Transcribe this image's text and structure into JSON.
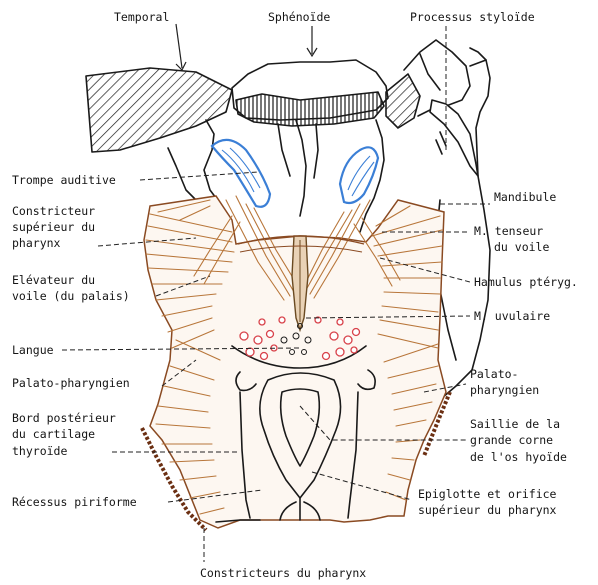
{
  "colors": {
    "muscle": "#b8763a",
    "muscle_dark": "#8a4a22",
    "tube": "#3b7fd6",
    "papillae": "#d8424a",
    "ink": "#1a1a1a"
  },
  "labels": {
    "temporal": "Temporal",
    "sphenoide": "Sphénoïde",
    "processus_styloide": "Processus styloïde",
    "trompe_auditive": "Trompe auditive",
    "mandibule": "Mandibule",
    "constricteur_superieur_1": "Constricteur",
    "constricteur_superieur_2": "supérieur du",
    "constricteur_superieur_3": "pharynx",
    "m_tenseur_1": "M. tenseur",
    "m_tenseur_2": "du voile",
    "elevateur_1": "Elévateur du",
    "elevateur_2": "voile (du palais)",
    "hamulus": "Hamulus ptéryg.",
    "m_uvulaire": "M. uvulaire",
    "langue": "Langue",
    "palato_pharyngien_left": "Palato-pharyngien",
    "palato_pharyngien_right_1": "Palato-",
    "palato_pharyngien_right_2": "pharyngien",
    "bord_posterieur_1": "Bord postérieur",
    "bord_posterieur_2": "du cartilage",
    "bord_posterieur_3": "thyroïde",
    "saillie_1": "Saillie de la",
    "saillie_2": "grande corne",
    "saillie_3": "de l'os hyoïde",
    "recessus": "Récessus piriforme",
    "epiglotte_1": "Epiglotte et orifice",
    "epiglotte_2": "supérieur du pharynx",
    "constricteurs": "Constricteurs du pharynx"
  }
}
